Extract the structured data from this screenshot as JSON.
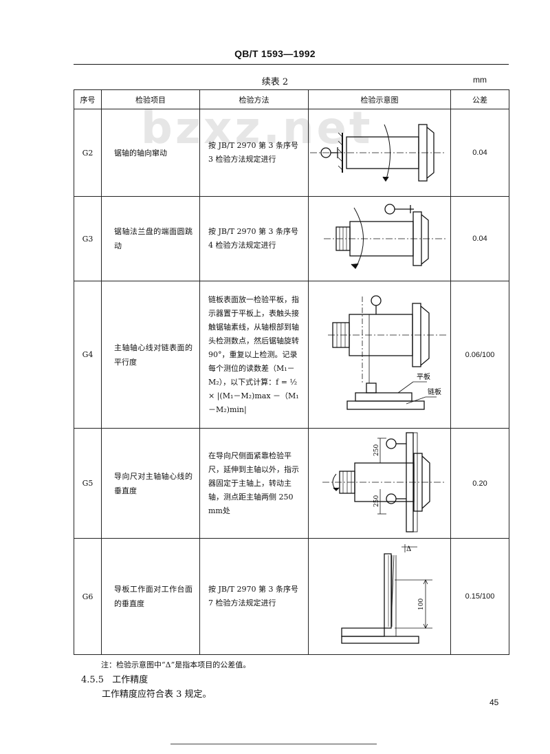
{
  "header": {
    "standard_code": "QB/T 1593—1992"
  },
  "watermark": "bzxz.net",
  "table": {
    "caption": "续表 2",
    "unit": "mm",
    "columns": [
      "序号",
      "检验项目",
      "检验方法",
      "检验示意图",
      "公差"
    ],
    "rows": [
      {
        "code": "G2",
        "item": "锯轴的轴向窜动",
        "method": "按 JB/T 2970 第 3 条序号 3 检验方法规定进行",
        "tolerance": "0.04"
      },
      {
        "code": "G3",
        "item": "锯轴法兰盘的端面圆跳动",
        "method": "按 JB/T 2970 第 3 条序号 4 检验方法规定进行",
        "tolerance": "0.04"
      },
      {
        "code": "G4",
        "item": "主轴轴心线对链表面的平行度",
        "method": "链板表面放一检验平板，指示器置于平板上，表触头接触锯轴素线，从轴根部到轴头检测数点，然后锯轴旋转 90°，重复以上检测。记录每个测位的读数差（M₁－M₂），以下式计算：f = ½ × |(M₁－M₂)max －（M₁ －M₂)min|",
        "tolerance": "0.06/100",
        "diagram_labels": {
          "plate": "平板",
          "chain_plate": "链板"
        }
      },
      {
        "code": "G5",
        "item": "导向尺对主轴轴心线的垂直度",
        "method": "在导向尺侧面紧靠检验平尺，延伸到主轴以外，指示器固定于主轴上，转动主轴，测点距主轴两侧 250 mm处",
        "tolerance": "0.20",
        "diagram_labels": {
          "dim_top": "250",
          "dim_bottom": "250"
        }
      },
      {
        "code": "G6",
        "item": "导板工作面对工作台面的垂直度",
        "method": "按 JB/T 2970 第 3 条序号 7 检验方法规定进行",
        "tolerance": "0.15/100",
        "diagram_labels": {
          "delta": "Δ",
          "height": "100"
        }
      }
    ]
  },
  "note": "注：检验示意图中“Δ”是指本项目的公差值。",
  "section": {
    "number": "4.5.5",
    "title": "工作精度"
  },
  "body_text": "工作精度应符合表 3 规定。",
  "page_number": "45"
}
